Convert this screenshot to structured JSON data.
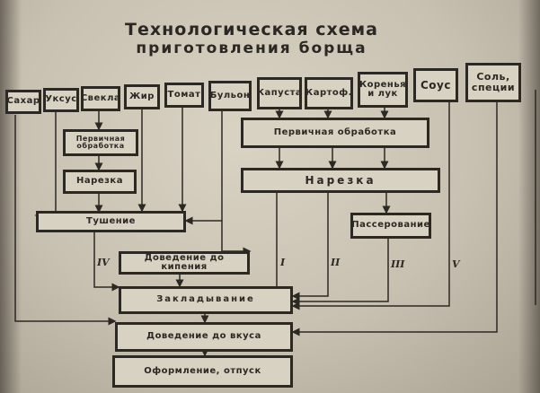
{
  "title": {
    "line1": "Технологическая схема",
    "line2": "приготовления борща"
  },
  "ingredients": [
    "Сахар",
    "Уксус",
    "Свекла",
    "Жир",
    "Томат",
    "Бульон",
    "Капуста",
    "Картоф.",
    "Коренья и лук",
    "Соус",
    "Соль, специи"
  ],
  "processes": {
    "primary_beet": "Первичная обработка",
    "cut_beet": "Нарезка",
    "stew": "Тушение",
    "primary_veg": "Первичная обработка",
    "cut_veg": "Нарезка",
    "saute": "Пассерование",
    "boil": "Доведение до кипения",
    "laying": "Закладывание",
    "taste": "Доведение до вкуса",
    "serve": "Оформление, отпуск"
  },
  "roman": [
    "I",
    "II",
    "III",
    "IV",
    "V"
  ],
  "colors": {
    "board": "#d8d2c3",
    "ink": "#2c2823"
  }
}
